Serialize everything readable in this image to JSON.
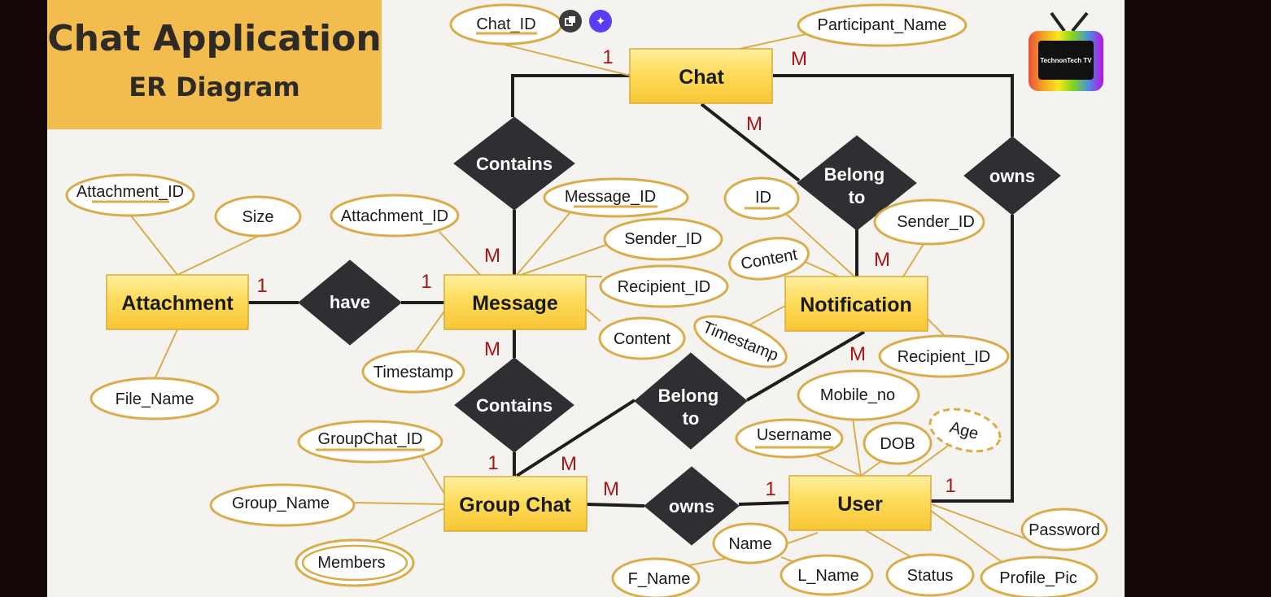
{
  "title": {
    "line1": "Chat Application",
    "line2": "ER Diagram"
  },
  "logo": {
    "text": "TechnonTech TV"
  },
  "toolbar": {
    "copy_icon": "copy-icon",
    "sparkle_icon": "sparkle-icon"
  },
  "colors": {
    "entity": "#fbd54a",
    "attribute_border": "#d9ad4b",
    "relationship": "#2f2f33",
    "cardinality": "#a81616",
    "connector": "#1e1e1e"
  },
  "entities": {
    "chat": "Chat",
    "attachment": "Attachment",
    "message": "Message",
    "notification": "Notification",
    "group_chat": "Group Chat",
    "user": "User"
  },
  "relationships": {
    "contains_chat_message": "Contains",
    "belong_to_chat_notification": "Belong to",
    "owns_chat_user": "owns",
    "have": "have",
    "contains_message_group": "Contains",
    "belong_to_group_notification": "Belong to",
    "owns_group_user": "owns"
  },
  "attributes": {
    "chat_id": "Chat_ID",
    "participant_name": "Participant_Name",
    "attachment_id": "Attachment_ID",
    "size": "Size",
    "file_name": "File_Name",
    "msg_attachment_id": "Attachment_ID",
    "message_id": "Message_ID",
    "sender_id": "Sender_ID",
    "recipient_id": "Recipient_ID",
    "content": "Content",
    "timestamp": "Timestamp",
    "notif_id": "ID",
    "notif_content": "Content",
    "notif_sender_id": "Sender_ID",
    "notif_timestamp": "Timestamp",
    "notif_recipient_id": "Recipient_ID",
    "groupchat_id": "GroupChat_ID",
    "group_name": "Group_Name",
    "members": "Members",
    "mobile_no": "Mobile_no",
    "username": "Username",
    "dob": "DOB",
    "age": "Age",
    "password": "Password",
    "name": "Name",
    "f_name": "F_Name",
    "l_name": "L_Name",
    "status": "Status",
    "profile_pic": "Profile_Pic"
  },
  "cardinalities": {
    "chat_contains": "1",
    "chat_owns": "M",
    "chat_belong": "M",
    "message_contains_top": "M",
    "notification_belong": "M",
    "attachment_have": "1",
    "message_have": "1",
    "message_contains_bottom": "M",
    "notification_belong_bottom": "M",
    "group_contains": "1",
    "group_belong": "M",
    "group_owns": "M",
    "user_owns_group": "1",
    "user_owns_chat": "1"
  }
}
